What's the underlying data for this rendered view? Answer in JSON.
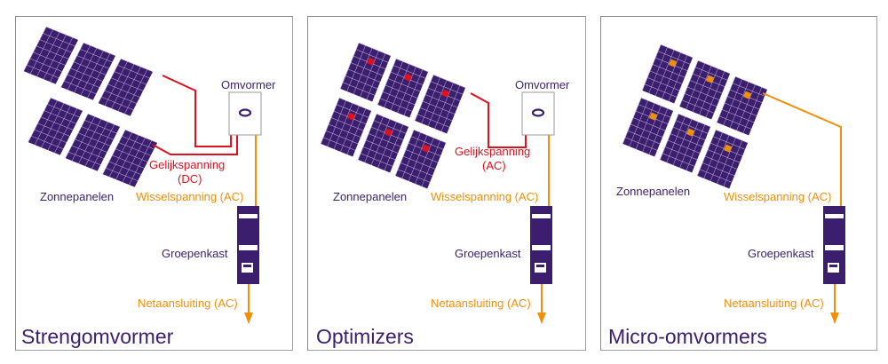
{
  "colors": {
    "panel_fill": "#3b1f6e",
    "panel_grid": "#c9bde6",
    "dc_wire": "#e0101e",
    "ac_wire": "#f0900a",
    "text_purple": "#3b1f6e",
    "frame_border": "#8a8a8a"
  },
  "panels": [
    {
      "id": "string-inverter",
      "title": "Strengomvormer",
      "solar_label": "Zonnepanelen",
      "inverter_label": "Omvormer",
      "dc_label_line1": "Gelijkspanning",
      "dc_label_line2": "(DC)",
      "ac_label": "Wisselspanning (AC)",
      "breaker_label": "Groepenkast",
      "grid_label": "Netaansluiting (AC)",
      "module_marker": "none"
    },
    {
      "id": "optimizers",
      "title": "Optimizers",
      "solar_label": "Zonnepanelen",
      "inverter_label": "Omvormer",
      "dc_label_line1": "Gelijkspanning",
      "dc_label_line2": "(AC)",
      "ac_label": "Wisselspanning (AC)",
      "breaker_label": "Groepenkast",
      "grid_label": "Netaansluiting (AC)",
      "module_marker": "optimizer (red square)"
    },
    {
      "id": "micro-inverters",
      "title": "Micro-omvormers",
      "solar_label": "Zonnepanelen",
      "ac_label": "Wisselspanning (AC)",
      "breaker_label": "Groepenkast",
      "grid_label": "Netaansluiting (AC)",
      "module_marker": "micro-inverter (orange square)"
    }
  ]
}
